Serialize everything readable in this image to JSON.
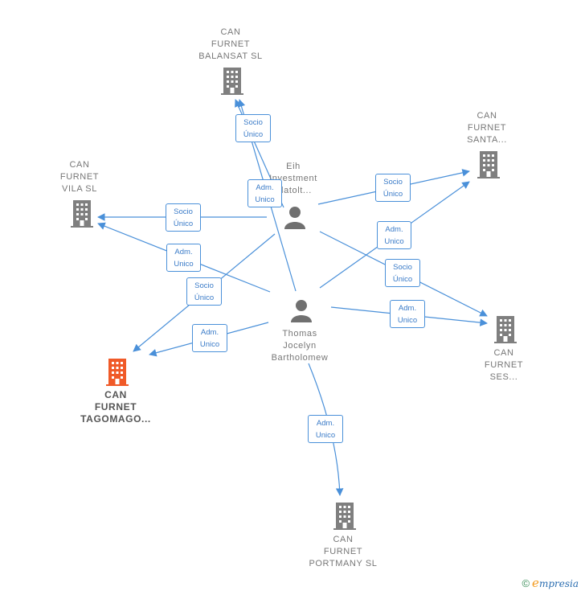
{
  "nodes": {
    "balansat": {
      "label": "CAN\nFURNET\nBALANSAT  SL",
      "kind": "company"
    },
    "santa": {
      "label": "CAN\nFURNET\nSANTA...",
      "kind": "company"
    },
    "vila": {
      "label": "CAN\nFURNET\nVILA  SL",
      "kind": "company"
    },
    "ses": {
      "label": "CAN\nFURNET\nSES...",
      "kind": "company"
    },
    "tagomago": {
      "label": "CAN\nFURNET\nTAGOMAGO...",
      "kind": "company-focus"
    },
    "portmany": {
      "label": "CAN\nFURNET\nPORTMANY  SL",
      "kind": "company"
    },
    "eih": {
      "label": "Eih\nInvestment\nPlatolt...",
      "kind": "person"
    },
    "thomas": {
      "label": "Thomas\nJocelyn\nBartholomew",
      "kind": "person"
    }
  },
  "relations": [
    {
      "id": "r1",
      "text": "Socio\nÚnico"
    },
    {
      "id": "r2",
      "text": "Adm.\nUnico"
    },
    {
      "id": "r3",
      "text": "Socio\nÚnico"
    },
    {
      "id": "r4",
      "text": "Adm.\nUnico"
    },
    {
      "id": "r5",
      "text": "Socio\nÚnico"
    },
    {
      "id": "r6",
      "text": "Adm.\nUnico"
    },
    {
      "id": "r7",
      "text": "Socio\nÚnico"
    },
    {
      "id": "r8",
      "text": "Socio\nÚnico"
    },
    {
      "id": "r9",
      "text": "Adm.\nUnico"
    },
    {
      "id": "r10",
      "text": "Adm.\nUnico"
    },
    {
      "id": "r11",
      "text": "Adm.\nUnico"
    }
  ],
  "colors": {
    "edge": "#4a90d9",
    "company_icon": "#7f7f7f",
    "company_focus_icon": "#f05a28",
    "person_icon": "#707070"
  },
  "footer": {
    "copyright": "©",
    "brand_initial": "e",
    "brand_rest": "mpresia"
  }
}
